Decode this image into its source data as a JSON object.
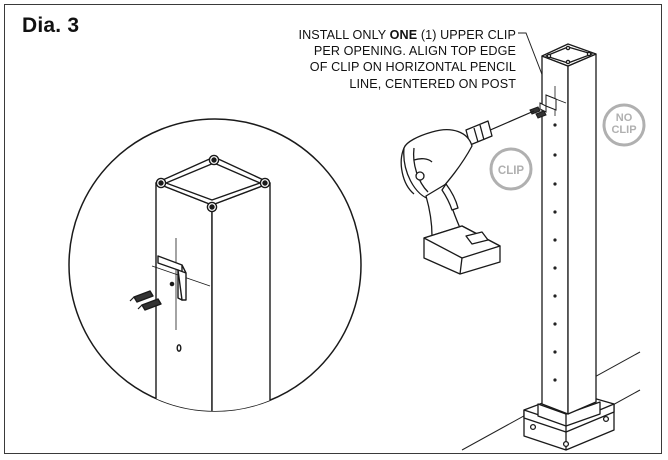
{
  "title": "Dia. 3",
  "note": {
    "line1_a": "INSTALL ONLY ",
    "line1_bold": "ONE",
    "line1_b": " (1) UPPER CLIP",
    "line2": "PER OPENING. ALIGN TOP EDGE",
    "line3": "OF CLIP ON HORIZONTAL PENCIL",
    "line4": "LINE, CENTERED ON POST"
  },
  "badges": {
    "clip": "CLIP",
    "no_clip_line1": "NO",
    "no_clip_line2": "CLIP"
  },
  "colors": {
    "line": "#1a1a1a",
    "badge": "#b0b0b0",
    "shade": "#d8d8d8"
  }
}
